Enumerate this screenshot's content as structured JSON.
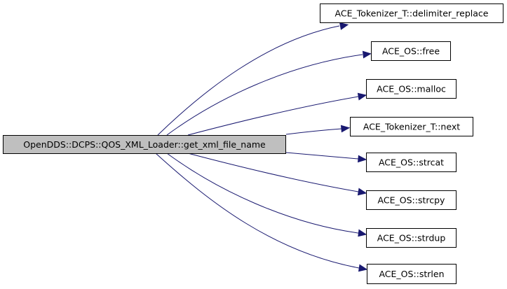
{
  "diagram": {
    "type": "call-graph",
    "colors": {
      "edge": "#191970",
      "source_fill": "#bfbfbf",
      "target_fill": "#ffffff",
      "border": "#000000"
    },
    "source": {
      "id": "get_xml_file_name",
      "label": "OpenDDS::DCPS::QOS_XML_Loader::get_xml_file_name",
      "icon": "none"
    },
    "targets": [
      {
        "id": "delimiter_replace",
        "label": "ACE_Tokenizer_T::delimiter_replace"
      },
      {
        "id": "free",
        "label": "ACE_OS::free"
      },
      {
        "id": "malloc",
        "label": "ACE_OS::malloc"
      },
      {
        "id": "next",
        "label": "ACE_Tokenizer_T::next"
      },
      {
        "id": "strcat",
        "label": "ACE_OS::strcat"
      },
      {
        "id": "strcpy",
        "label": "ACE_OS::strcpy"
      },
      {
        "id": "strdup",
        "label": "ACE_OS::strdup"
      },
      {
        "id": "strlen",
        "label": "ACE_OS::strlen"
      }
    ],
    "edges": [
      {
        "from": "get_xml_file_name",
        "to": "delimiter_replace"
      },
      {
        "from": "get_xml_file_name",
        "to": "free"
      },
      {
        "from": "get_xml_file_name",
        "to": "malloc"
      },
      {
        "from": "get_xml_file_name",
        "to": "next"
      },
      {
        "from": "get_xml_file_name",
        "to": "strcat"
      },
      {
        "from": "get_xml_file_name",
        "to": "strcpy"
      },
      {
        "from": "get_xml_file_name",
        "to": "strdup"
      },
      {
        "from": "get_xml_file_name",
        "to": "strlen"
      }
    ]
  }
}
